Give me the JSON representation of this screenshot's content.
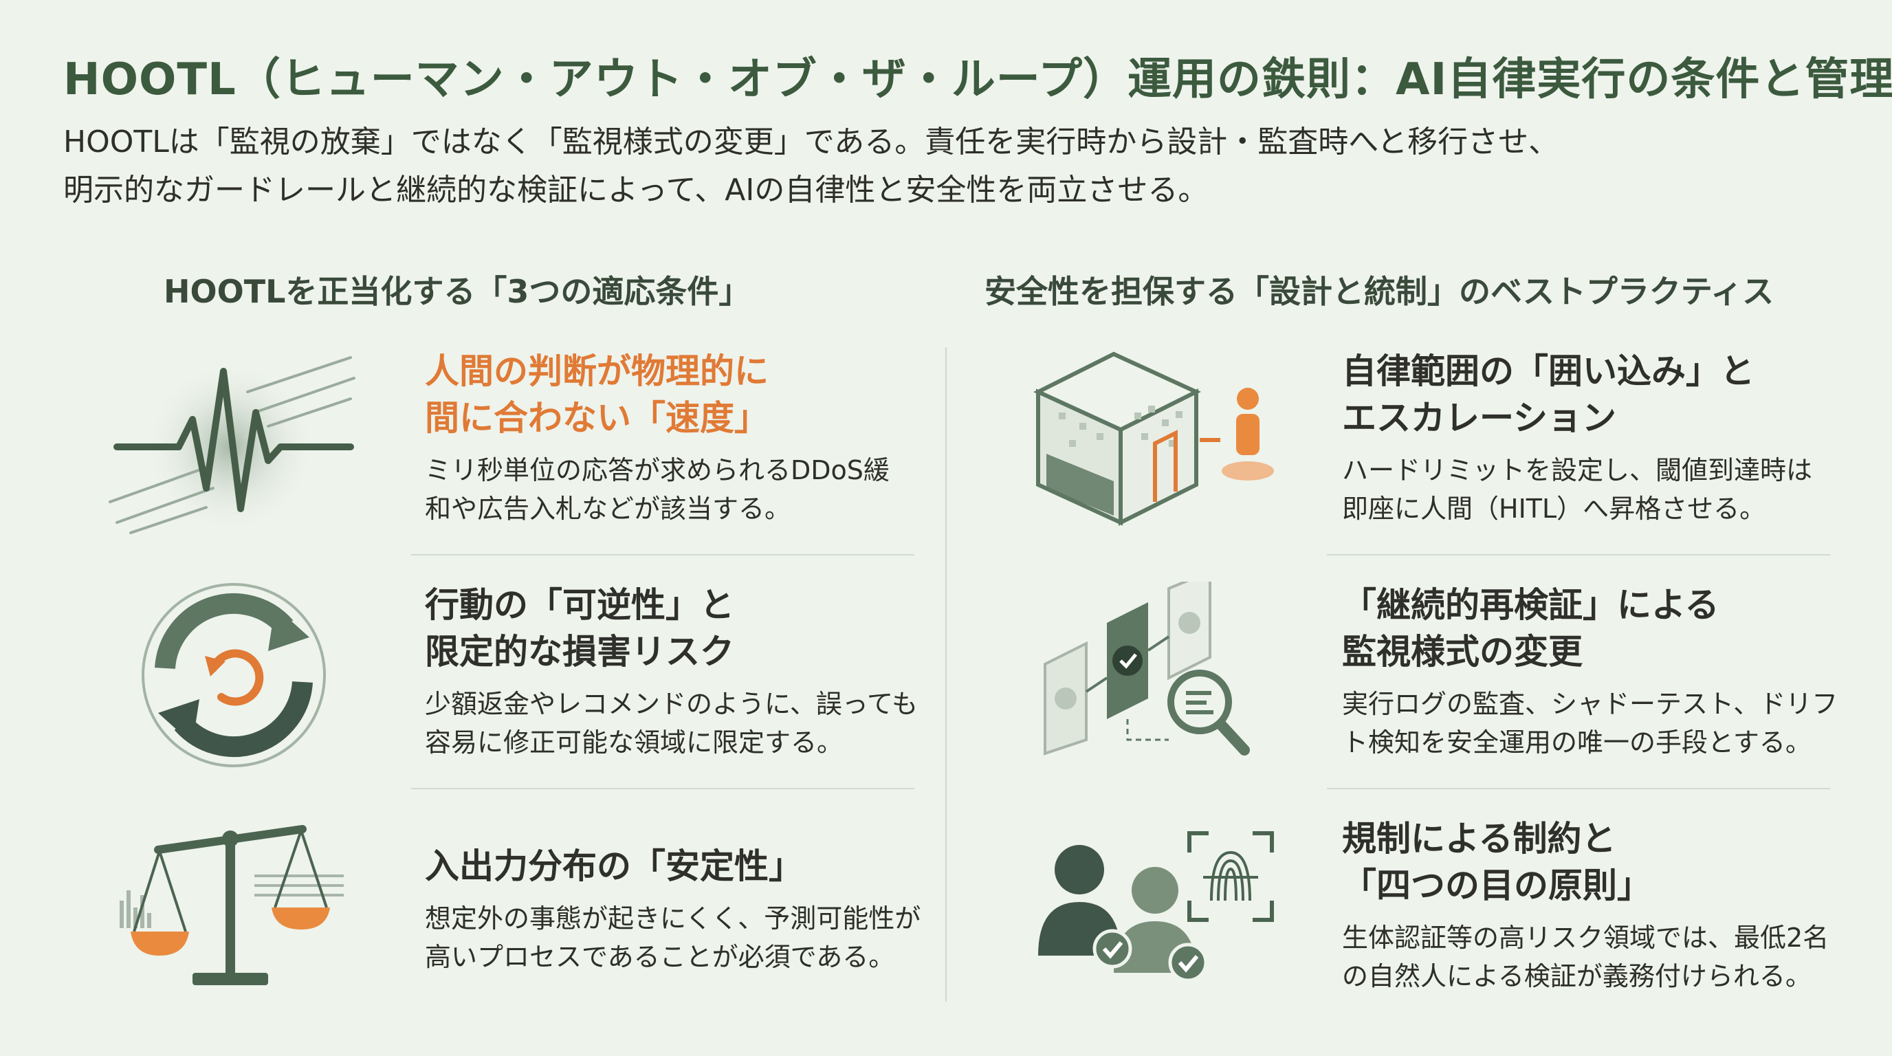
{
  "title": "HOOTL（ヒューマン・アウト・オブ・ザ・ループ）運用の鉄則：AI自律実行の条件と管理",
  "subtitle": {
    "line1": "HOOTLは「監視の放棄」ではなく「監視様式の変更」である。責任を実行時から設計・監査時へと移行させ、",
    "line2": "明示的なガードレールと継続的な検証によって、AIの自律性と安全性を両立させる。"
  },
  "left_column": {
    "heading": "HOOTLを正当化する「3つの適応条件」",
    "items": [
      {
        "title_line1": "人間の判断が物理的に",
        "title_line2": "間に合わない「速度」",
        "desc_line1": "ミリ秒単位の応答が求められるDDoS緩",
        "desc_line2": "和や広告入札などが該当する。",
        "icon": "speed-waveform-icon"
      },
      {
        "title_line1": "行動の「可逆性」と",
        "title_line2": "限定的な損害リスク",
        "desc_line1": "少額返金やレコメンドのように、誤っても",
        "desc_line2": "容易に修正可能な領域に限定する。",
        "icon": "reversible-cycle-icon"
      },
      {
        "title_line1": "入出力分布の「安定性」",
        "desc_line1": "想定外の事態が起きにくく、予測可能性が",
        "desc_line2": "高いプロセスであることが必須である。",
        "icon": "balance-scale-icon"
      }
    ]
  },
  "right_column": {
    "heading": "安全性を担保する「設計と統制」のベストプラクティス",
    "items": [
      {
        "title_line1": "自律範囲の「囲い込み」と",
        "title_line2": "エスカレーション",
        "desc_line1": "ハードリミットを設定し、閾値到達時は",
        "desc_line2": "即座に人間（HITL）へ昇格させる。",
        "icon": "bounded-cube-escalation-icon"
      },
      {
        "title_line1": "「継続的再検証」による",
        "title_line2": "監視様式の変更",
        "desc_line1": "実行ログの監査、シャドーテスト、ドリフ",
        "desc_line2": "ト検知を安全運用の唯一の手段とする。",
        "icon": "log-audit-magnifier-icon"
      },
      {
        "title_line1": "規制による制約と",
        "title_line2": "「四つの目の原則」",
        "desc_line1": "生体認証等の高リスク領域では、最低2名",
        "desc_line2": "の自然人による検証が義務付けられる。",
        "icon": "two-person-fingerprint-icon"
      }
    ]
  },
  "colors": {
    "title_green": "#3c5a3e",
    "accent_orange": "#e07a35",
    "icon_green": "#5a7560",
    "background": "#eef3ec"
  }
}
